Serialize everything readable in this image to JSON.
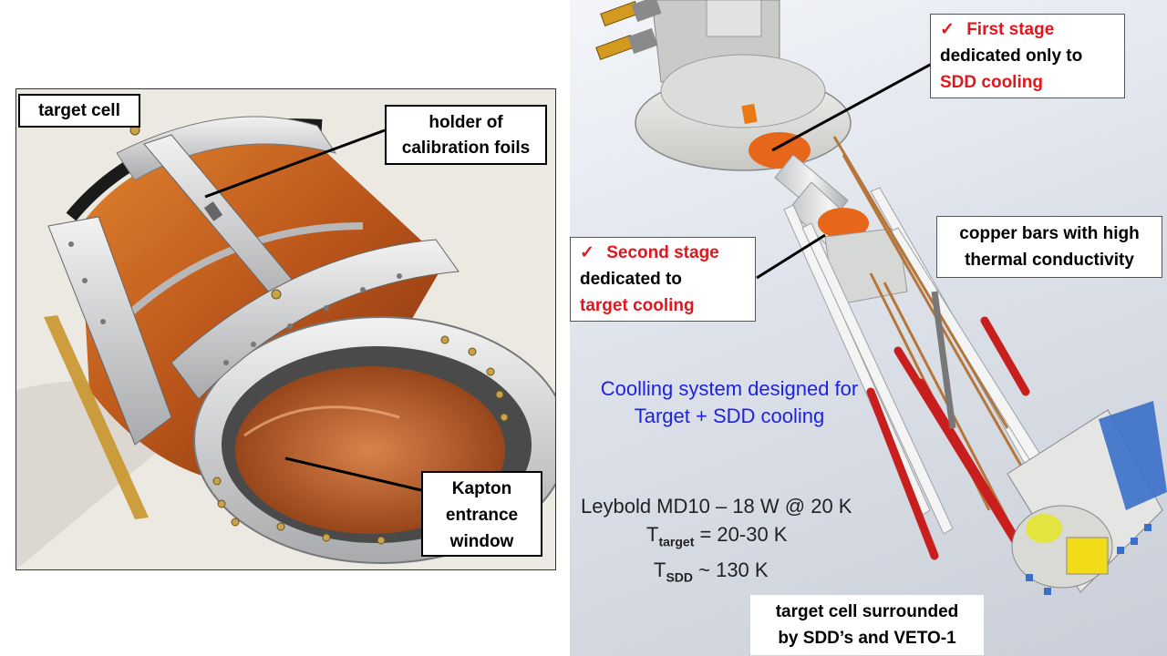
{
  "left_photo": {
    "labels": {
      "target_cell": "target cell",
      "holder": [
        "holder of",
        "calibration foils"
      ],
      "kapton": [
        "Kapton",
        "entrance",
        "window"
      ]
    }
  },
  "right_render": {
    "first_stage": {
      "check": "✓",
      "title": "First stage",
      "line2": "dedicated only to",
      "line3": "SDD cooling"
    },
    "second_stage": {
      "check": "✓",
      "title": "Second stage",
      "line2": "dedicated to",
      "line3": "target cooling"
    },
    "copper_bars": [
      "copper bars with high",
      "thermal conductivity"
    ],
    "cooling_system": [
      "Coolling system designed for",
      "Target + SDD cooling"
    ],
    "spec": {
      "line1": "Leybold MD10 – 18 W @ 20 K",
      "t_target_symbol": "T",
      "t_target_sub": "target",
      "t_target_value": " = 20-30 K",
      "t_sdd_symbol": "T",
      "t_sdd_sub": "SDD",
      "t_sdd_value": " ~ 130 K"
    },
    "target_cell_box": [
      "target cell surrounded",
      "by SDD’s and VETO-1"
    ]
  },
  "colors": {
    "accent_red": "#e3161d",
    "accent_blue": "#1d22e0",
    "kapton_orange": "#c2561a",
    "copper_red": "#c81e1e"
  }
}
